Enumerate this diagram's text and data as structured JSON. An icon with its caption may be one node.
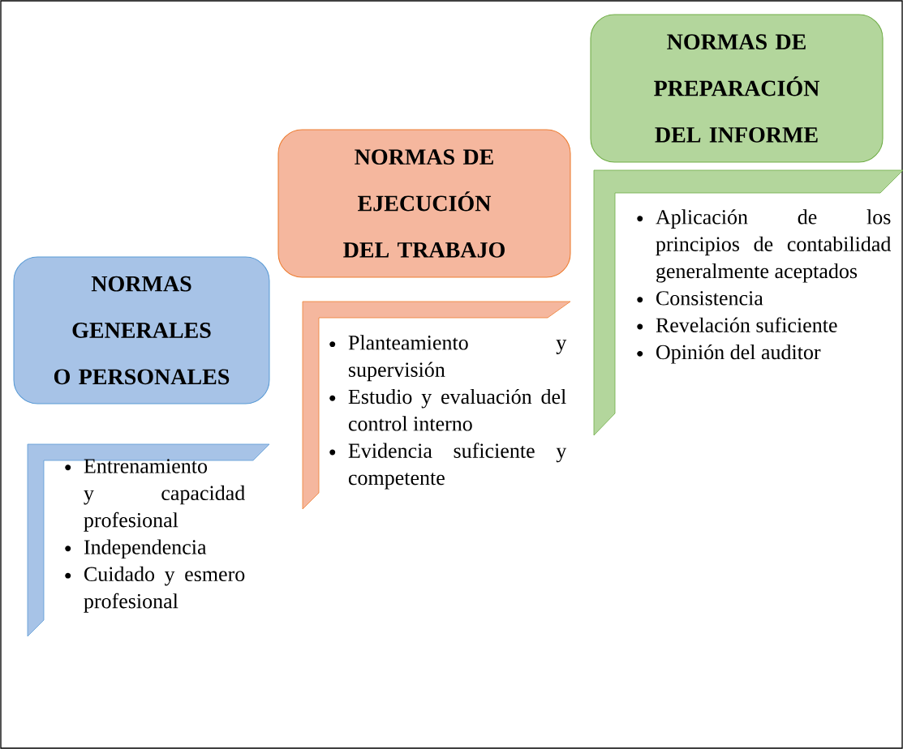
{
  "diagram": {
    "nodes": [
      {
        "text": [
          "NORMAS GENERALES O PERSONALES"
        ]
      },
      {
        "text": [
          "Entrenamiento y capacidad profesional",
          "Independencia",
          "Cuidado y esmero profesional"
        ]
      },
      {
        "text": [
          "NORMAS DE EJECUCIÓN DEL TRABAJO"
        ]
      },
      {
        "text": [
          "Planteamiento y supervisión",
          "Estudio y evaluación del control interno",
          "Evidencia suficiente y competente"
        ]
      },
      {
        "text": [
          "NORMAS DE PREPARACIÓN DEL INFORME"
        ]
      },
      {
        "text": [
          "Aplicación de los principios de contabilidad generalmente aceptados",
          "Consistencia",
          "Revelación suficiente",
          "Opinión del auditor"
        ]
      }
    ]
  }
}
